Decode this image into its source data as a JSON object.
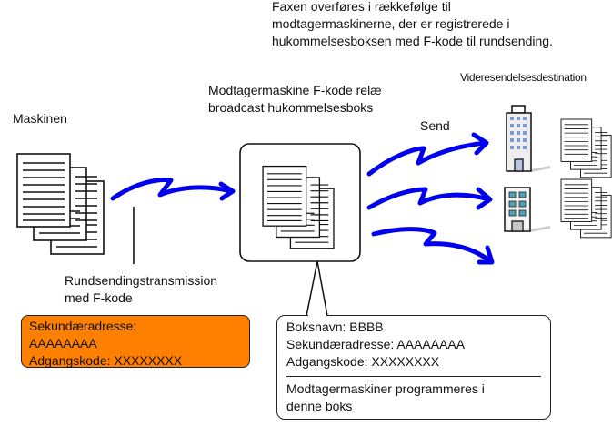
{
  "header": {
    "description_lines": [
      "Faxen overføres i rækkefølge til",
      "modtagermaskinerne, der er registrerede i",
      "hukommelsesboksen med F-kode til rundsending."
    ]
  },
  "labels": {
    "source_machine": "Maskinen",
    "relay_box_lines": [
      "Modtagermaskine F-kode relæ",
      "broadcast hukommelsesboks"
    ],
    "send": "Send",
    "destination": "Videresendelsesdestination",
    "transmission_lines": [
      "Rundsendingstransmission",
      "med F-kode"
    ]
  },
  "sender_info": {
    "color": "#ff7f00",
    "lines": [
      "Sekundæradresse:",
      "AAAAAAAA",
      "Adgangskode: XXXXXXXX"
    ]
  },
  "box_info": {
    "lines": [
      "Boksnavn: BBBB",
      "Sekundæradresse: AAAAAAAA",
      "Adgangskode: XXXXXXXX"
    ],
    "note_lines": [
      "Modtagermaskiner programmeres i",
      "denne boks"
    ]
  },
  "icons": {
    "source_documents": "document-stack-icon",
    "box_documents": "document-stack-icon",
    "building_1": "office-building-icon",
    "building_2": "office-building-icon",
    "arrow_color": "#0000ee"
  }
}
